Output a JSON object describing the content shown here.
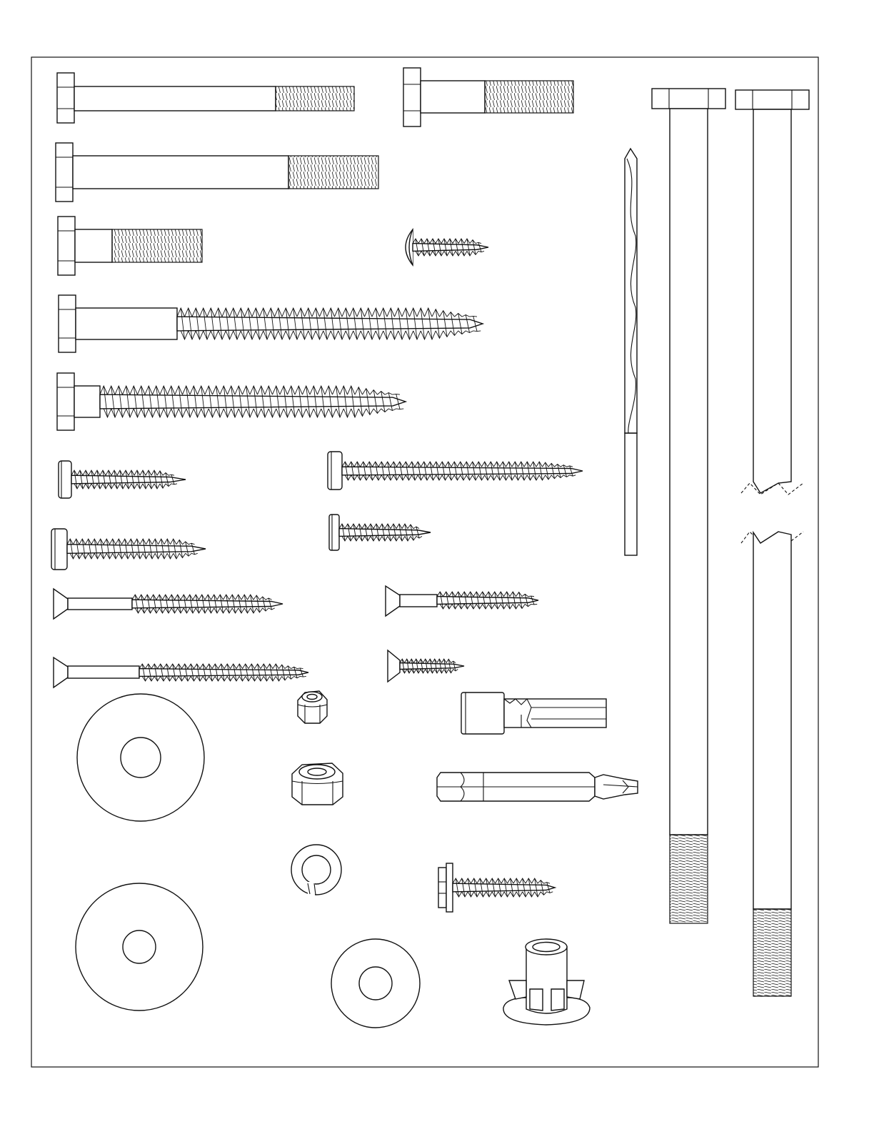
{
  "sheet": {
    "title": "",
    "frame_color": "#111111",
    "background": "#ffffff"
  },
  "parts": [
    {
      "id": "hex-bolt-1",
      "kind": "hex-bolt"
    },
    {
      "id": "hex-bolt-2",
      "kind": "hex-bolt"
    },
    {
      "id": "hex-bolt-3",
      "kind": "hex-bolt"
    },
    {
      "id": "hex-bolt-4",
      "kind": "hex-bolt"
    },
    {
      "id": "lag-screw-1",
      "kind": "lag-screw"
    },
    {
      "id": "lag-screw-2",
      "kind": "lag-screw"
    },
    {
      "id": "truss-head-screw",
      "kind": "truss-head-screw"
    },
    {
      "id": "pan-head-screw-1",
      "kind": "pan-head-screw"
    },
    {
      "id": "pan-head-screw-2",
      "kind": "pan-head-screw"
    },
    {
      "id": "pan-head-screw-3",
      "kind": "pan-head-screw"
    },
    {
      "id": "pan-head-screw-4",
      "kind": "pan-head-screw"
    },
    {
      "id": "flat-head-screw-1",
      "kind": "flat-head-screw"
    },
    {
      "id": "flat-head-screw-2",
      "kind": "flat-head-screw"
    },
    {
      "id": "flat-head-screw-3",
      "kind": "flat-head-screw"
    },
    {
      "id": "flat-head-screw-4",
      "kind": "flat-head-screw"
    },
    {
      "id": "drill-bit",
      "kind": "twist-drill-bit"
    },
    {
      "id": "long-bolt-1",
      "kind": "long-hex-bolt"
    },
    {
      "id": "long-bolt-2",
      "kind": "long-hex-bolt-broken-view"
    },
    {
      "id": "fender-washer-1",
      "kind": "washer"
    },
    {
      "id": "fender-washer-2",
      "kind": "washer"
    },
    {
      "id": "flat-washer",
      "kind": "washer"
    },
    {
      "id": "nylon-lock-nut-small",
      "kind": "lock-nut"
    },
    {
      "id": "nylon-lock-nut-large",
      "kind": "lock-nut"
    },
    {
      "id": "split-lock-washer",
      "kind": "lock-washer"
    },
    {
      "id": "torx-socket-bit",
      "kind": "driver-bit"
    },
    {
      "id": "phillips-driver-bit",
      "kind": "driver-bit"
    },
    {
      "id": "hex-washer-head-screw",
      "kind": "hex-washer-head-screw"
    },
    {
      "id": "tee-nut",
      "kind": "tee-nut"
    }
  ]
}
